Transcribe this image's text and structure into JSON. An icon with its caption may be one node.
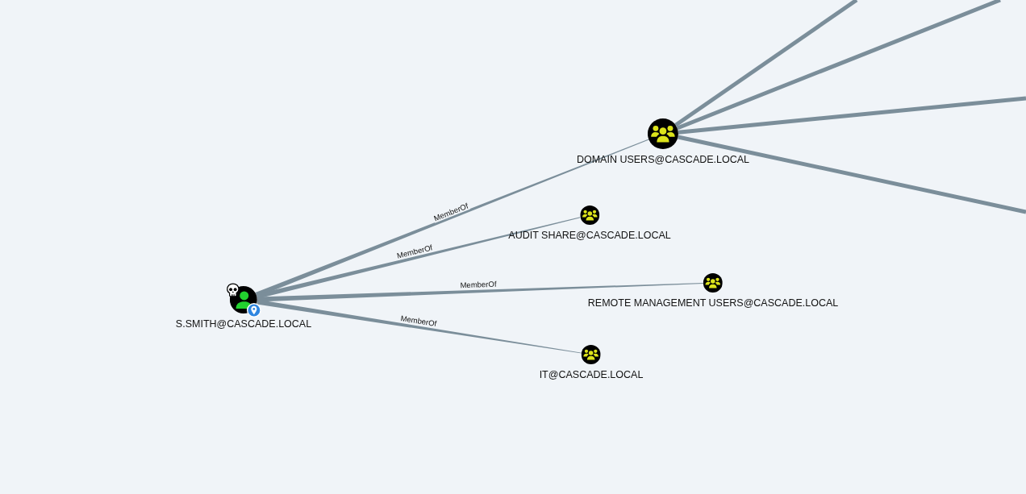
{
  "diagram": {
    "nodes": [
      {
        "text": [
          "S.SMITH@CASCADE.LOCAL"
        ]
      },
      {
        "text": [
          "DOMAIN USERS@CASCADE.LOCAL"
        ]
      },
      {
        "text": [
          "AUDIT SHARE@CASCADE.LOCAL"
        ]
      },
      {
        "text": [
          "REMOTE MANAGEMENT USERS@CASCADE.LOCAL"
        ]
      },
      {
        "text": [
          "IT@CASCADE.LOCAL"
        ]
      }
    ],
    "edges": [
      {
        "from": 0,
        "to": 1,
        "arrow": "none",
        "label": "MemberOf"
      },
      {
        "from": 0,
        "to": 2,
        "arrow": "none",
        "label": "MemberOf"
      },
      {
        "from": 0,
        "to": 3,
        "arrow": "none",
        "label": "MemberOf"
      },
      {
        "from": 0,
        "to": 4,
        "arrow": "none",
        "label": "MemberOf"
      },
      {
        "from": 1,
        "to": null,
        "arrow": "none"
      },
      {
        "from": 1,
        "to": null,
        "arrow": "none"
      },
      {
        "from": 1,
        "to": null,
        "arrow": "none"
      },
      {
        "from": 1,
        "to": null,
        "arrow": "none"
      }
    ]
  }
}
